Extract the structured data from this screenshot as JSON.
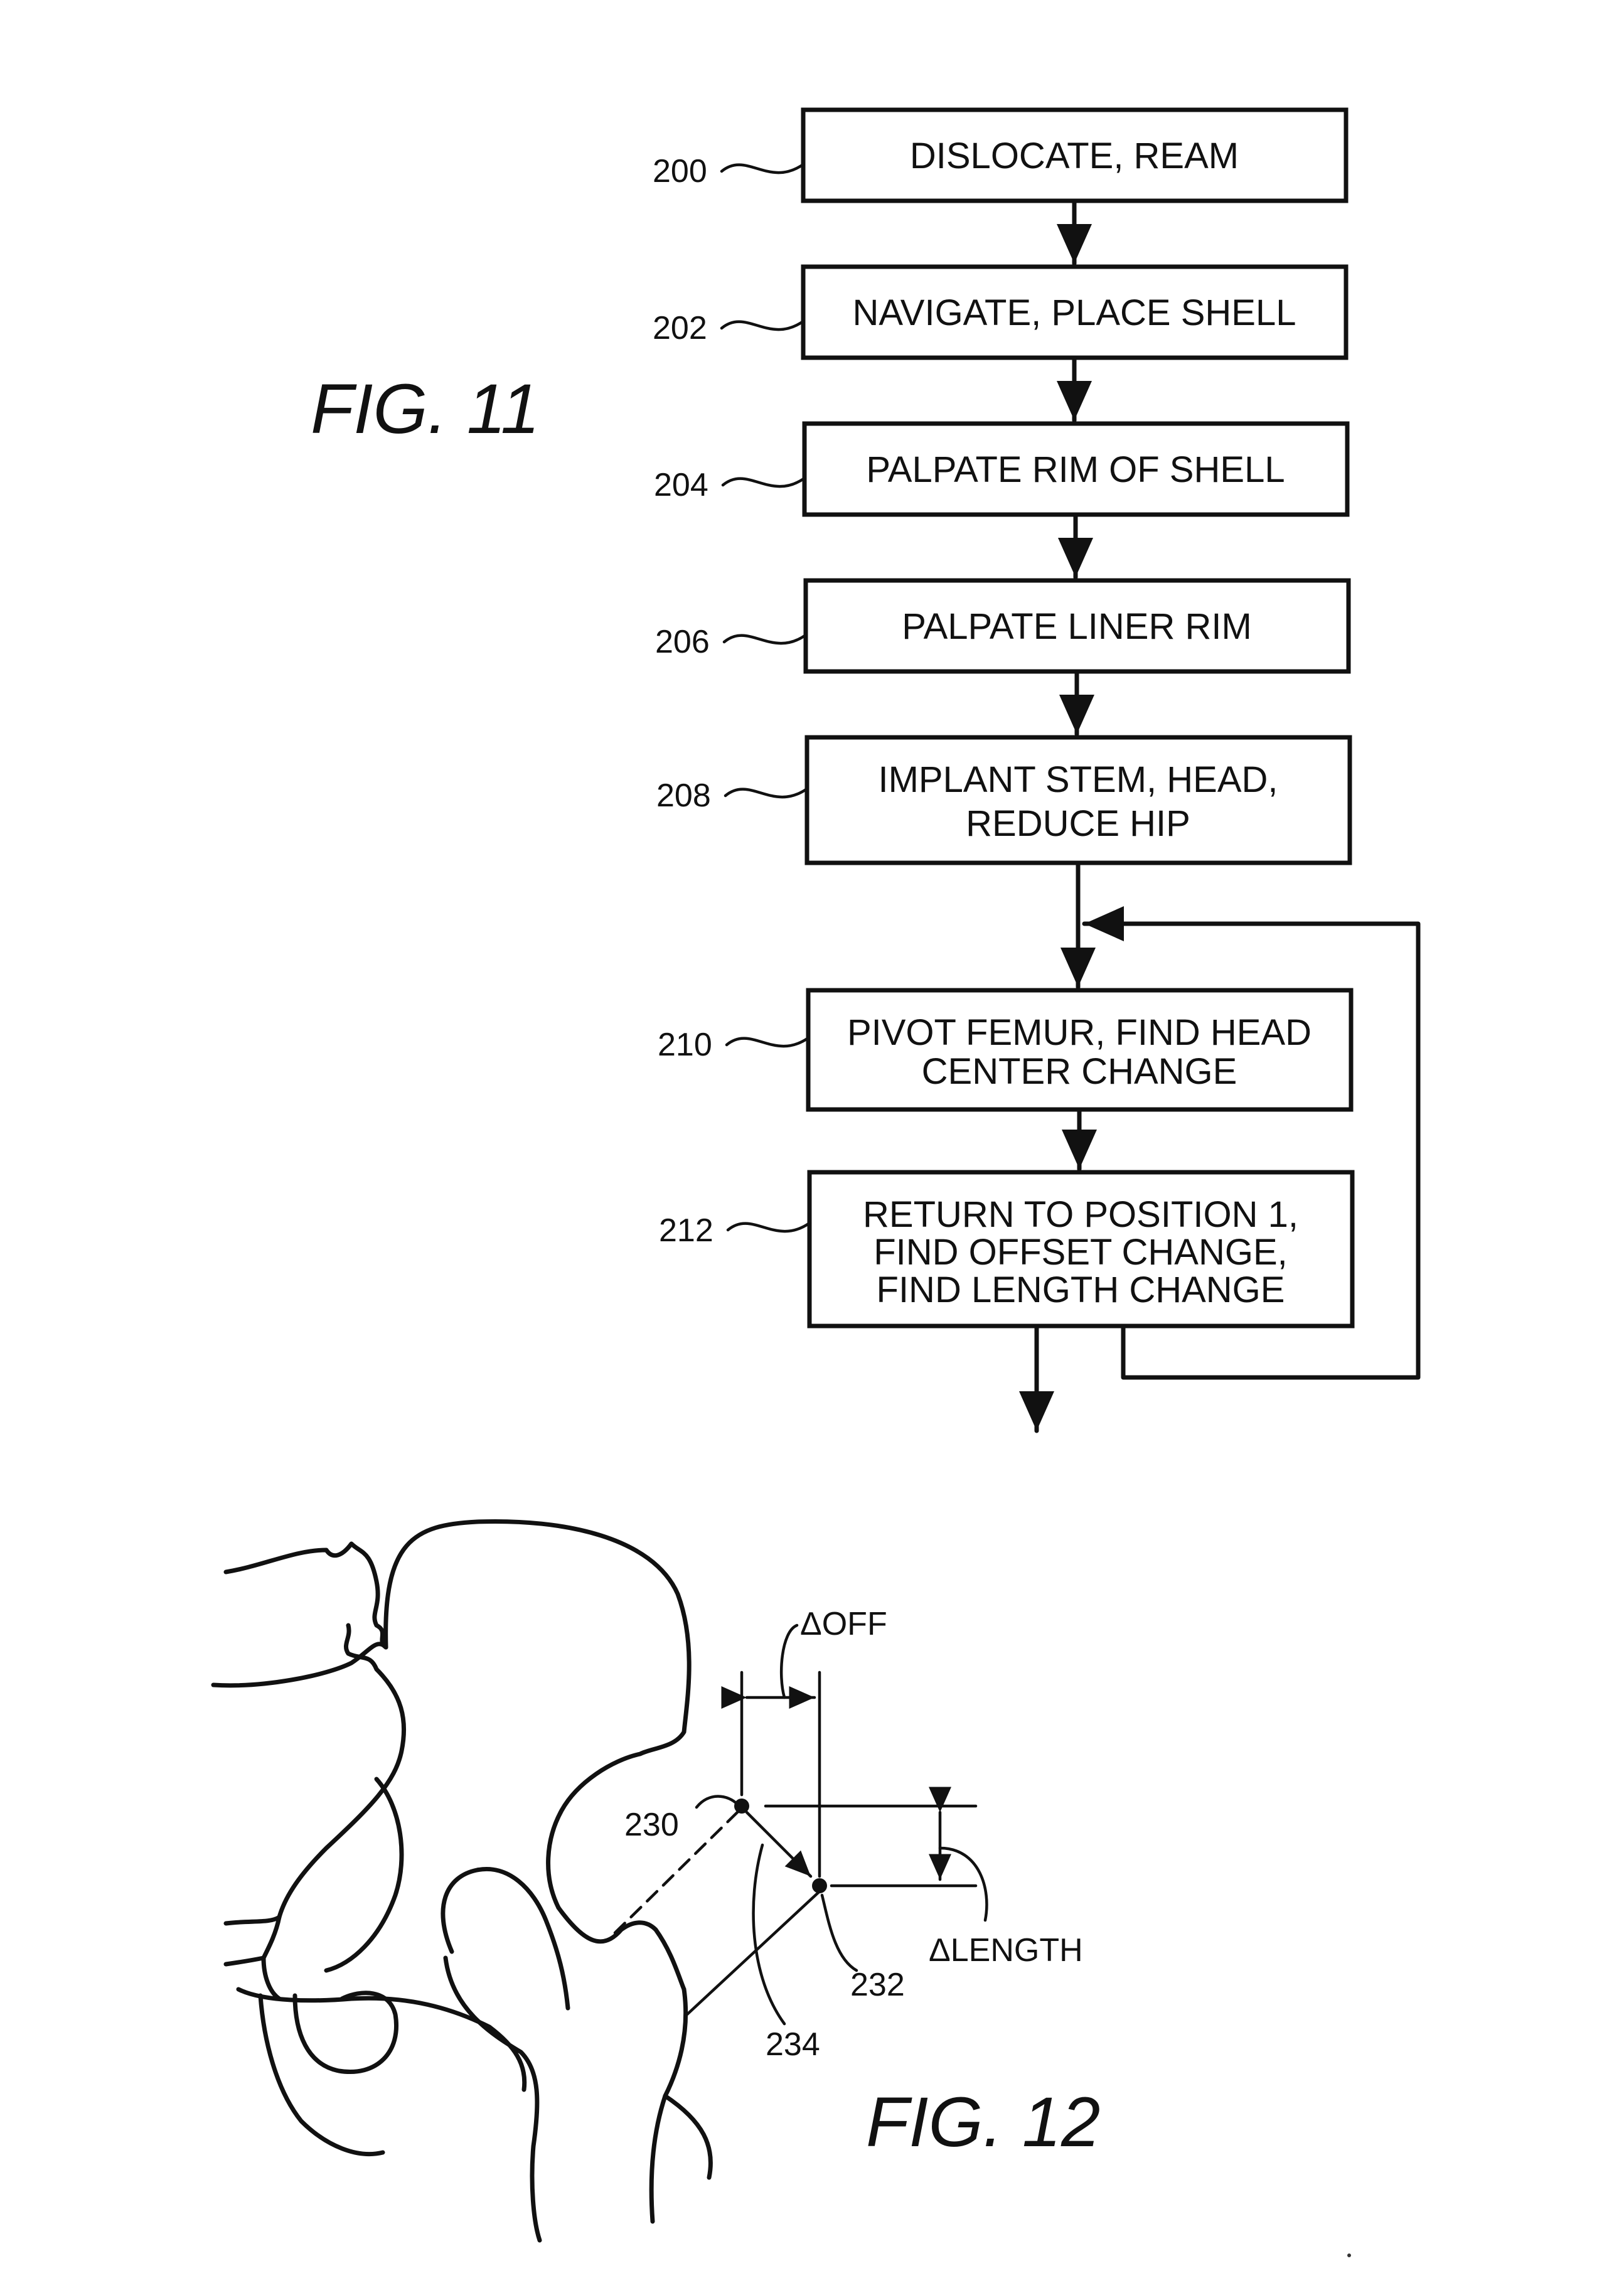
{
  "fig11": {
    "caption": "FIG. 11",
    "steps": [
      {
        "ref": "200",
        "lines": [
          "DISLOCATE, REAM"
        ]
      },
      {
        "ref": "202",
        "lines": [
          "NAVIGATE, PLACE SHELL"
        ]
      },
      {
        "ref": "204",
        "lines": [
          "PALPATE RIM OF SHELL"
        ]
      },
      {
        "ref": "206",
        "lines": [
          "PALPATE LINER RIM"
        ]
      },
      {
        "ref": "208",
        "lines": [
          "IMPLANT STEM, HEAD,",
          "REDUCE HIP"
        ]
      },
      {
        "ref": "210",
        "lines": [
          "PIVOT FEMUR, FIND HEAD",
          "CENTER CHANGE"
        ]
      },
      {
        "ref": "212",
        "lines": [
          "RETURN TO POSITION 1,",
          "FIND OFFSET CHANGE,",
          "FIND LENGTH CHANGE"
        ]
      }
    ]
  },
  "fig12": {
    "caption": "FIG. 12",
    "delta_off_label": "ΔOFF",
    "delta_length_label": "ΔLENGTH",
    "refs": {
      "r230": "230",
      "r232": "232",
      "r234": "234"
    }
  }
}
